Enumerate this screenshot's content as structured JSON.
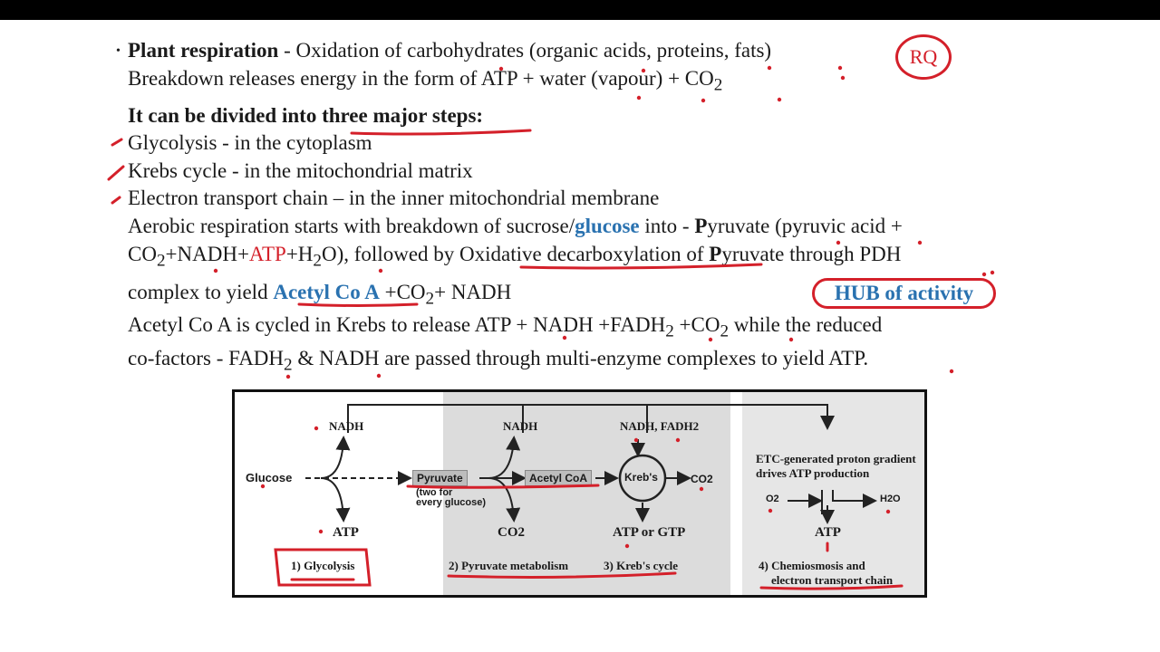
{
  "slide": {
    "line1": {
      "bold": "Plant respiration",
      "rest": " - Oxidation of carbohydrates (organic acids, proteins, fats)"
    },
    "line2": {
      "pre": "Breakdown releases energy in the form of ATP + water (vapour) + CO",
      "sub": "2"
    },
    "line3": "It can be divided into three major steps:",
    "line4": "Glycolysis - in the cytoplasm",
    "line5": "Krebs cycle - in the mitochondrial matrix",
    "line6": "Electron transport chain – in the inner mitochondrial membrane",
    "line7": {
      "a": "Aerobic respiration starts with breakdown of sucrose/",
      "glucose": "glucose",
      "b": " into - ",
      "p": "P",
      "c": "yruvate (pyruvic acid +"
    },
    "line8": {
      "a": "CO",
      "s1": "2",
      "b": "+NADH+",
      "atp": "ATP",
      "c": "+H",
      "s2": "2",
      "d": "O), followed by Oxidative decarboxylation of ",
      "p": "P",
      "e": "yruvate through PDH"
    },
    "line9": {
      "a": "complex to yield ",
      "acetyl": "Acetyl Co A",
      "b": " +CO",
      "s1": "2",
      "c": "+ NADH"
    },
    "line10": {
      "a": "Acetyl Co A is cycled in Krebs to release ATP + NADH +FADH",
      "s1": "2",
      "b": " +CO",
      "s2": "2",
      "c": " while the reduced"
    },
    "line11": {
      "a": "co-factors - FADH",
      "s1": "2",
      "b": " & NADH are passed through multi-enzyme complexes to yield ATP."
    },
    "rq_label": "RQ",
    "hub_label": "HUB of activity"
  },
  "figure": {
    "nadh_1": "NADH",
    "glucose": "Glucose",
    "atp_1": "ATP",
    "pyruvate": "Pyruvate",
    "pyruvate_note_1": "(two for",
    "pyruvate_note_2": "every glucose)",
    "nadh_2": "NADH",
    "co2_1": "CO2",
    "acetyl_coa": "Acetyl CoA",
    "nadh_fadh2": "NADH, FADH2",
    "krebs": "Kreb's",
    "co2_2": "CO2",
    "atp_gtp": "ATP or GTP",
    "etc_1": "ETC-generated proton gradient",
    "etc_2": "drives ATP production",
    "o2": "O2",
    "h2o": "H2O",
    "atp_2": "ATP",
    "stage1": "1) Glycolysis",
    "stage2": "2) Pyruvate metabolism",
    "stage3": "3) Kreb's cycle",
    "stage4_1": "4) Chemiosmosis and",
    "stage4_2": "electron transport chain"
  },
  "colors": {
    "ink": "#d4202a",
    "accent_blue": "#2a72b0"
  }
}
